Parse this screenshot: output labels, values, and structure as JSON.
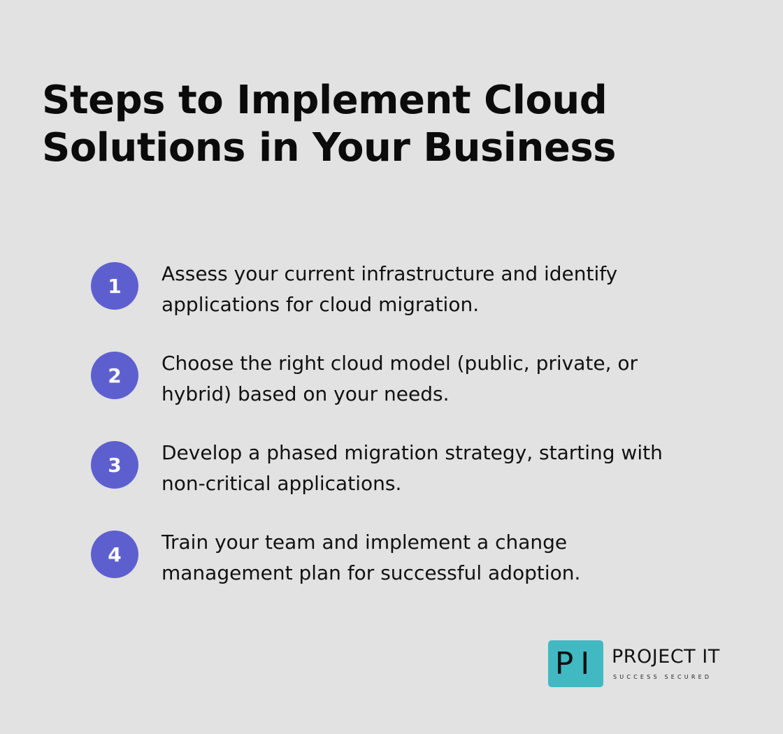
{
  "title": {
    "line1": "Steps to Implement Cloud",
    "line2": "Solutions in Your Business"
  },
  "accent_color": "#5e5fcf",
  "steps": [
    {
      "number": "1",
      "line1": "Assess your current infrastructure and identify",
      "line2": "applications for cloud migration."
    },
    {
      "number": "2",
      "line1": "Choose the right cloud model (public, private, or",
      "line2": "hybrid) based on your needs."
    },
    {
      "number": "3",
      "line1": "Develop a phased migration strategy, starting with",
      "line2": "non-critical applications."
    },
    {
      "number": "4",
      "line1": "Train your team and implement a change",
      "line2": "management plan for successful adoption."
    }
  ],
  "logo": {
    "mark": "PI",
    "name": "PROJECT IT",
    "tagline": "SUCCESS SECURED",
    "color": "#41b9c3"
  }
}
